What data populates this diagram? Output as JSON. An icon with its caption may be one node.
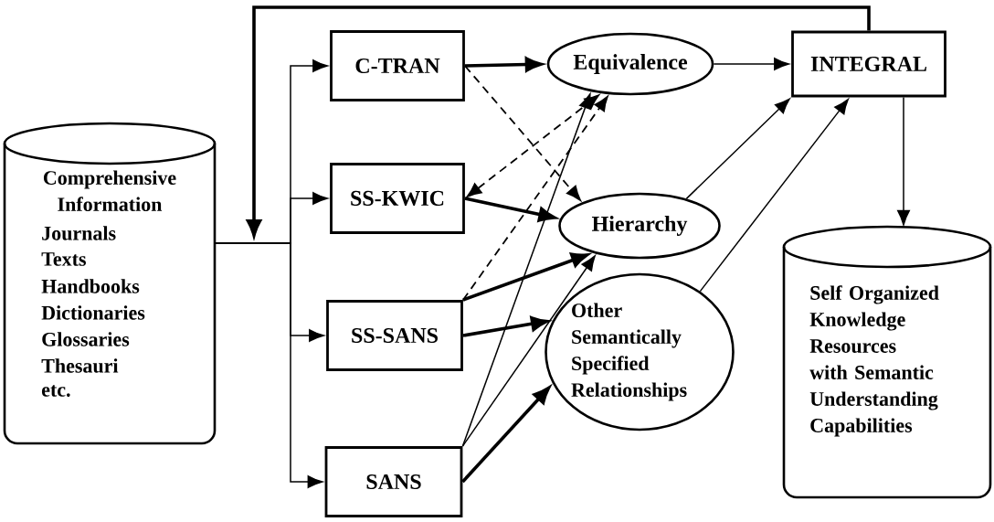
{
  "diagram": {
    "nodes": [
      {
        "text": [
          "Comprehensive Information",
          "Journals",
          "Texts",
          "Handbooks",
          "Dictionaries",
          "Glossaries",
          "Thesauri",
          "etc."
        ]
      },
      {
        "text": [
          "C-TRAN"
        ]
      },
      {
        "text": [
          "SS-KWIC"
        ]
      },
      {
        "text": [
          "SS-SANS"
        ]
      },
      {
        "text": [
          "SANS"
        ]
      },
      {
        "text": [
          "Equivalence"
        ]
      },
      {
        "text": [
          "Hierarchy"
        ]
      },
      {
        "text": [
          "Other Semantically Specified Relationships"
        ]
      },
      {
        "text": [
          "INTEGRAL"
        ]
      },
      {
        "text": [
          "Self Organized Knowledge Resources with Semantic Understanding Capabilities"
        ]
      }
    ],
    "edges": [
      {
        "from": 0,
        "to": 1,
        "arrow": "to"
      },
      {
        "from": 0,
        "to": 2,
        "arrow": "to"
      },
      {
        "from": 0,
        "to": 3,
        "arrow": "to"
      },
      {
        "from": 0,
        "to": 4,
        "arrow": "to"
      },
      {
        "from": 8,
        "to": null,
        "arrow": "to",
        "style": "thick"
      },
      {
        "from": 1,
        "to": 5,
        "arrow": "to",
        "style": "thick"
      },
      {
        "from": 1,
        "to": 6,
        "arrow": "to",
        "style": "dashed"
      },
      {
        "from": 2,
        "to": 5,
        "arrow": "both",
        "style": "dashed"
      },
      {
        "from": 2,
        "to": 6,
        "arrow": "to",
        "style": "thick"
      },
      {
        "from": 3,
        "to": 5,
        "arrow": "to",
        "style": "dashed"
      },
      {
        "from": 3,
        "to": 6,
        "arrow": "to",
        "style": "thick"
      },
      {
        "from": 3,
        "to": 7,
        "arrow": "to",
        "style": "thick"
      },
      {
        "from": 4,
        "to": 5,
        "arrow": "to"
      },
      {
        "from": 4,
        "to": 6,
        "arrow": "to"
      },
      {
        "from": 4,
        "to": 7,
        "arrow": "to",
        "style": "thick"
      },
      {
        "from": 5,
        "to": 8,
        "arrow": "to"
      },
      {
        "from": 6,
        "to": 8,
        "arrow": "to"
      },
      {
        "from": 7,
        "to": 8,
        "arrow": "to"
      },
      {
        "from": 8,
        "to": 9,
        "arrow": "to"
      }
    ]
  }
}
